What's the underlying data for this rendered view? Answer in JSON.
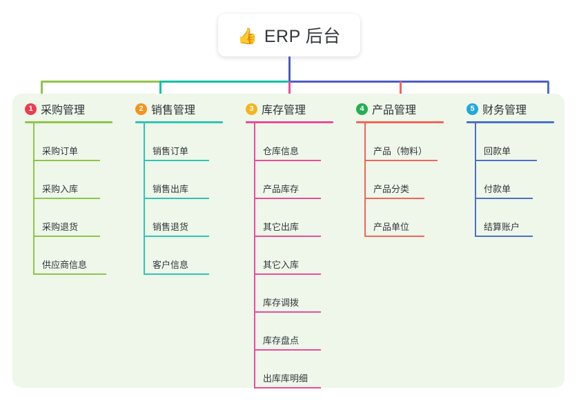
{
  "root": {
    "icon": "thumbs-up-icon",
    "icon_glyph": "👍",
    "title": "ERP 后台"
  },
  "theme": {
    "canvas_bg": "#ffffff",
    "panel_bg": "#eef7e9",
    "text": "#33363d",
    "stem": "#4a5ac4",
    "bus_left": "#8ec549",
    "bus_mid": "#0fc0a6",
    "bus_right": "#4a5ac4"
  },
  "columns": [
    {
      "index": "1",
      "badge_color": "#ef3b4e",
      "line_color": "#8ec549",
      "title": "采购管理",
      "items": [
        {
          "label": "采购订单"
        },
        {
          "label": "采购入库"
        },
        {
          "label": "采购退货"
        },
        {
          "label": "供应商信息"
        }
      ]
    },
    {
      "index": "2",
      "badge_color": "#f5921e",
      "line_color": "#2ec4b6",
      "title": "销售管理",
      "items": [
        {
          "label": "销售订单"
        },
        {
          "label": "销售出库"
        },
        {
          "label": "销售退货"
        },
        {
          "label": "客户信息"
        }
      ]
    },
    {
      "index": "3",
      "badge_color": "#f5b41e",
      "line_color": "#e84b9c",
      "title": "库存管理",
      "items": [
        {
          "label": "仓库信息"
        },
        {
          "label": "产品库存"
        },
        {
          "label": "其它出库"
        },
        {
          "label": "其它入库"
        },
        {
          "label": "库存调拨"
        },
        {
          "label": "库存盘点"
        },
        {
          "label": "出库库明细"
        }
      ]
    },
    {
      "index": "4",
      "badge_color": "#27ae52",
      "line_color": "#f2645a",
      "title": "产品管理",
      "items": [
        {
          "label": "产品（物料）"
        },
        {
          "label": "产品分类"
        },
        {
          "label": "产品单位"
        }
      ]
    },
    {
      "index": "5",
      "badge_color": "#22a8dd",
      "line_color": "#4a6fc9",
      "title": "财务管理",
      "items": [
        {
          "label": "回款单"
        },
        {
          "label": "付款单"
        },
        {
          "label": "结算账户"
        }
      ]
    }
  ]
}
